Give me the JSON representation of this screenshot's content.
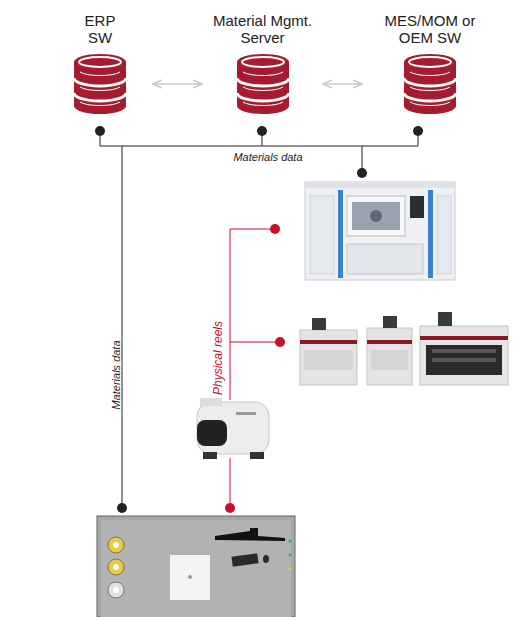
{
  "diagram": {
    "nodes": [
      {
        "text": [
          "ERP SW"
        ]
      },
      {
        "text": [
          "Material Mgmt. Server"
        ]
      },
      {
        "text": [
          "MES/MOM or OEM SW"
        ]
      }
    ],
    "edges": [
      {
        "from": 0,
        "to": 1,
        "arrow": "both"
      },
      {
        "from": 1,
        "to": 2,
        "arrow": "both"
      }
    ],
    "labels": [
      "Materials data",
      "Physical reels",
      "Materials data"
    ]
  }
}
